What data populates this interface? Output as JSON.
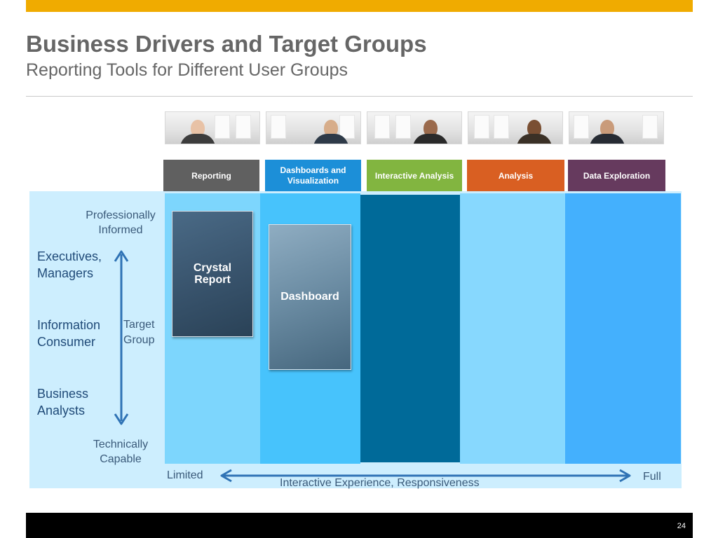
{
  "header": {
    "title": "Business Drivers and Target Groups",
    "subtitle": "Reporting Tools for Different User Groups"
  },
  "colors": {
    "accent_bar": "#f0ab00",
    "reporting": "#606060",
    "dashboards": "#1c8fd8",
    "interactive": "#82b540",
    "analysis": "#d95f22",
    "exploration": "#663a5e"
  },
  "columns": [
    {
      "label": "Reporting"
    },
    {
      "label": "Dashboards and Visualization"
    },
    {
      "label": "Interactive Analysis"
    },
    {
      "label": "Analysis"
    },
    {
      "label": "Data Exploration"
    }
  ],
  "tools": {
    "crystal_report": "Crystal Report",
    "dashboard": "Dashboard"
  },
  "target_axis": {
    "top": "Professionally Informed",
    "bottom": "Technically Capable",
    "label": "Target Group",
    "groups": [
      "Executives, Managers",
      "Information Consumer",
      "Business Analysts"
    ]
  },
  "experience_axis": {
    "left": "Limited",
    "right": "Full",
    "label": "Interactive Experience, Responsiveness"
  },
  "footer": {
    "page_number": "24"
  }
}
